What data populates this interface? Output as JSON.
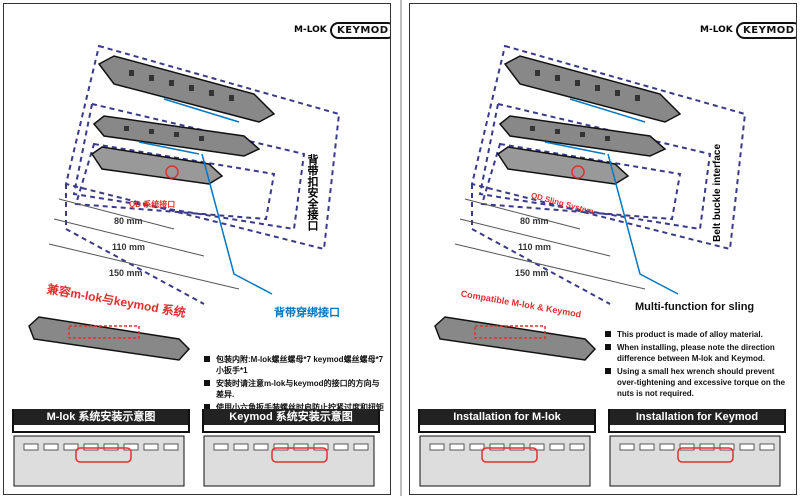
{
  "logos": {
    "mlok": "M-LOK",
    "keymod": "KEYMOD"
  },
  "left": {
    "vertical_label": "背带扣安全接口",
    "qd_label": "QD 系统接口",
    "sling_label": "背带穿绑接口",
    "compat_label": "兼容m-lok与keymod 系统",
    "dims": [
      "80 mm",
      "110 mm",
      "150 mm"
    ],
    "notes": [
      "包装内附:M-lok螺丝螺母*7 keymod螺丝螺母*7 小扳手*1",
      "安装时请注意m-lok与keymod的接口的方向与差异.",
      "使用小六角扳手装螺丝时启防止拧紧过度和扭矩过大."
    ],
    "install_mlok": "M-lok 系统安装示意图",
    "install_keymod": "Keymod 系统安装示意图"
  },
  "right": {
    "vertical_label": "Belt buckle interface",
    "qd_label": "QD Sling System",
    "sling_label": "Multi-function for sling",
    "compat_label": "Compatible M-lok & Keymod",
    "dims": [
      "80 mm",
      "110 mm",
      "150 mm"
    ],
    "notes": [
      "This product is made of alloy material.",
      "When installing, please note the direction difference between M-lok and Keymod.",
      "Using a small hex wrench should prevent over-tightening and excessive torque on the nuts is not required."
    ],
    "install_mlok": "Installation for M-lok",
    "install_keymod": "Installation for Keymod"
  },
  "colors": {
    "accent_red": "#e23030",
    "accent_blue": "#0077c2",
    "dash_navy": "#3a3a8a",
    "dark": "#222222"
  }
}
